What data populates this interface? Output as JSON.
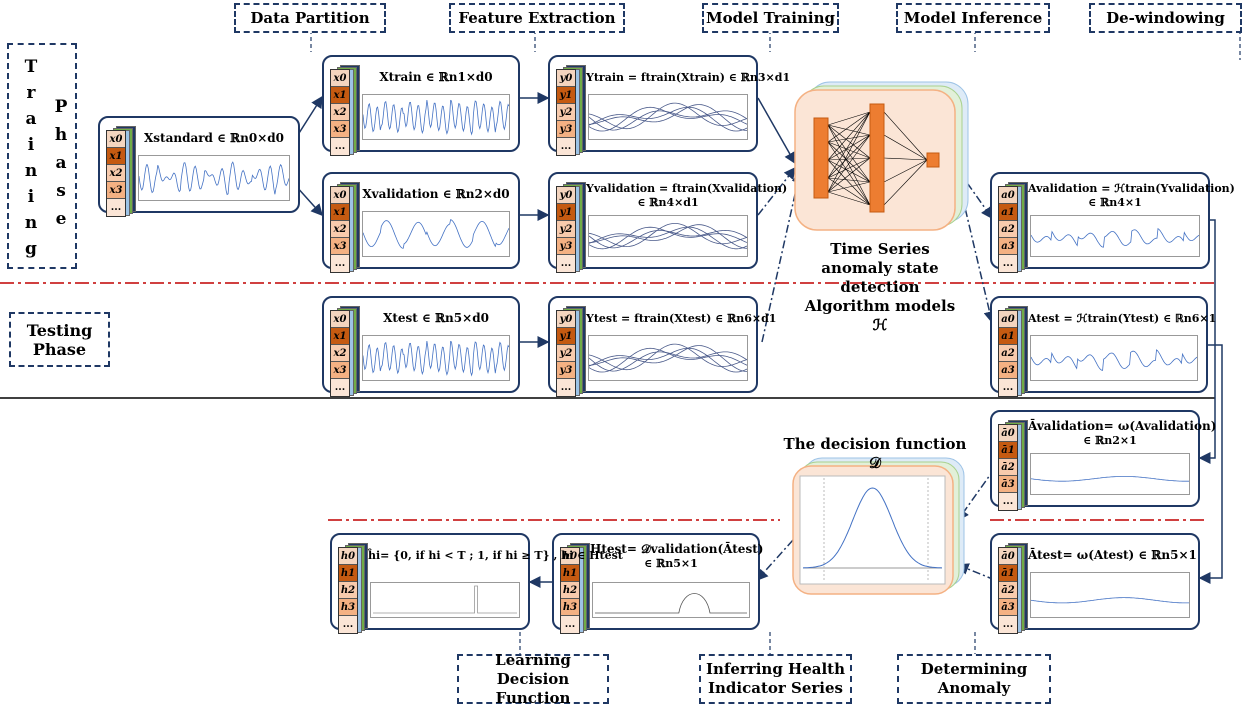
{
  "stages": {
    "data_partition": "Data Partition",
    "feature_extraction": "Feature Extraction",
    "model_training": "Model Training",
    "model_inference": "Model Inference",
    "de_windowing": "De-windowing",
    "learning_decision": "Learning Decision Function",
    "inferring_health": "Inferring Health Indicator Series",
    "determining_anomaly": "Determining Anomaly"
  },
  "phases": {
    "training_letters": [
      "T",
      "r",
      "a",
      "i",
      "n",
      "i",
      "n",
      "g"
    ],
    "phase_letters": [
      "P",
      "h",
      "a",
      "s",
      "e"
    ],
    "testing": "Testing Phase"
  },
  "cards": {
    "x_standard": {
      "formula": "Xstandard ∈ ℝn0×d0",
      "cells": [
        "x0",
        "x1",
        "x2",
        "x3",
        "..."
      ]
    },
    "x_train": {
      "formula": "Xtrain ∈ ℝn1×d0",
      "cells": [
        "x0",
        "x1",
        "x2",
        "x3",
        "..."
      ]
    },
    "x_validation": {
      "formula": "Xvalidation ∈ ℝn2×d0",
      "cells": [
        "x0",
        "x1",
        "x2",
        "x3",
        "..."
      ]
    },
    "x_test": {
      "formula": "Xtest ∈ ℝn5×d0",
      "cells": [
        "x0",
        "x1",
        "x2",
        "x3",
        "..."
      ]
    },
    "y_train": {
      "formula": "Ytrain = ftrain(Xtrain) ∈ ℝn3×d1",
      "cells": [
        "y0",
        "y1",
        "y2",
        "y3",
        "..."
      ]
    },
    "y_validation": {
      "formula": "Yvalidation = ftrain(Xvalidation)",
      "formula2": "∈ ℝn4×d1",
      "cells": [
        "y0",
        "y1",
        "y2",
        "y3",
        "..."
      ]
    },
    "y_test": {
      "formula": "Ytest = ftrain(Xtest) ∈ ℝn6×d1",
      "cells": [
        "y0",
        "y1",
        "y2",
        "y3",
        "..."
      ]
    },
    "a_validation": {
      "formula": "Avalidation = ℋtrain(Yvalidation)",
      "formula2": "∈ ℝn4×1",
      "cells": [
        "a0",
        "a1",
        "a2",
        "a3",
        "..."
      ]
    },
    "a_test": {
      "formula": "Atest = ℋtrain(Ytest) ∈ ℝn6×1",
      "cells": [
        "a0",
        "a1",
        "a2",
        "a3",
        "..."
      ]
    },
    "abar_validation": {
      "formula": "Āvalidation= ω(Avalidation)",
      "formula2": "∈ ℝn2×1",
      "cells": [
        "ā0",
        "ā1",
        "ā2",
        "ā3",
        "..."
      ]
    },
    "abar_test": {
      "formula": "Ātest= ω(Atest) ∈ ℝn5×1",
      "cells": [
        "ā0",
        "ā1",
        "ā2",
        "ā3",
        "..."
      ]
    },
    "h_test": {
      "formula": "Htest= 𝒟validation(Ātest)",
      "formula2": "∈ ℝn5×1",
      "cells": [
        "h0",
        "h1",
        "h2",
        "h3",
        "..."
      ]
    },
    "h_hat": {
      "formula": "ĥi= {0, if hi < T ; 1, if hi ≥ T} , hi ∈ Htest",
      "cells": [
        "h0",
        "h1",
        "h2",
        "h3",
        "..."
      ]
    }
  },
  "model_caption": "Time Series anomaly state detection Algorithm models ℋ",
  "decision_caption": "The decision function 𝒟",
  "colors": {
    "border": "#1f3864",
    "arrow": "#1f3864",
    "nn_fill": "#fbe5d6",
    "neuron": "#ed7d31",
    "red_line": "#c00000"
  }
}
